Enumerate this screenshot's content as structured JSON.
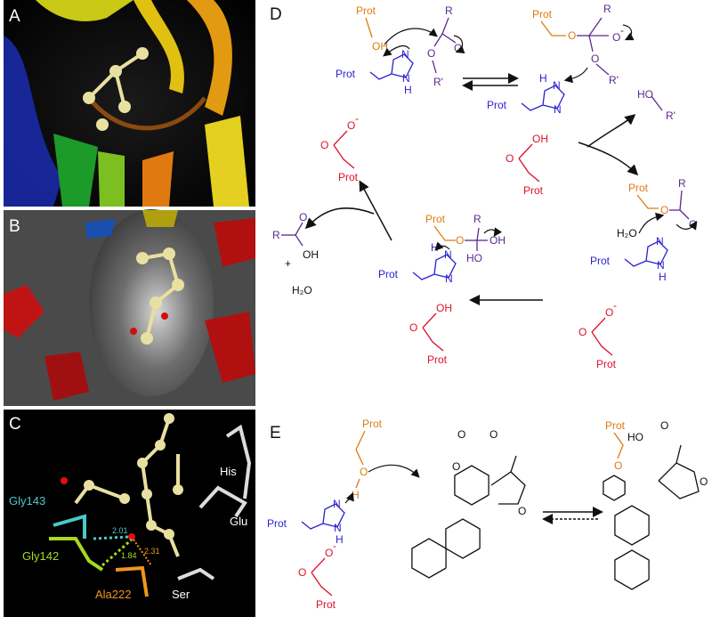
{
  "panels": {
    "a": "A",
    "b": "B",
    "c": "C",
    "d": "D",
    "e": "E"
  },
  "colors": {
    "histidine": "#2b1fd0",
    "serine": "#e07a10",
    "acid": "#e0102a",
    "substrate": "#5b2a8e",
    "black": "#111111"
  },
  "panel_c": {
    "residues": {
      "gly143": "Gly143",
      "gly142": "Gly142",
      "ala222": "Ala222",
      "ser": "Ser",
      "his": "His",
      "glu": "Glu"
    },
    "distances": {
      "gly143": "2.01",
      "gly142": "1.84",
      "ala222": "2.31"
    },
    "residue_colors": {
      "gly143": "#4fc7c7",
      "gly142": "#a8d820",
      "ala222": "#f0961e",
      "ser": "#ffffff",
      "his": "#ffffff",
      "glu": "#ffffff"
    }
  },
  "chem": {
    "prot": "Prot",
    "oh": "OH",
    "ho": "HO",
    "o": "O",
    "o_minus": "O",
    "minus": "-",
    "r": "R",
    "r_prime": "R'",
    "n": "N",
    "h": "H",
    "h2o": "H₂O",
    "plus": "+"
  }
}
